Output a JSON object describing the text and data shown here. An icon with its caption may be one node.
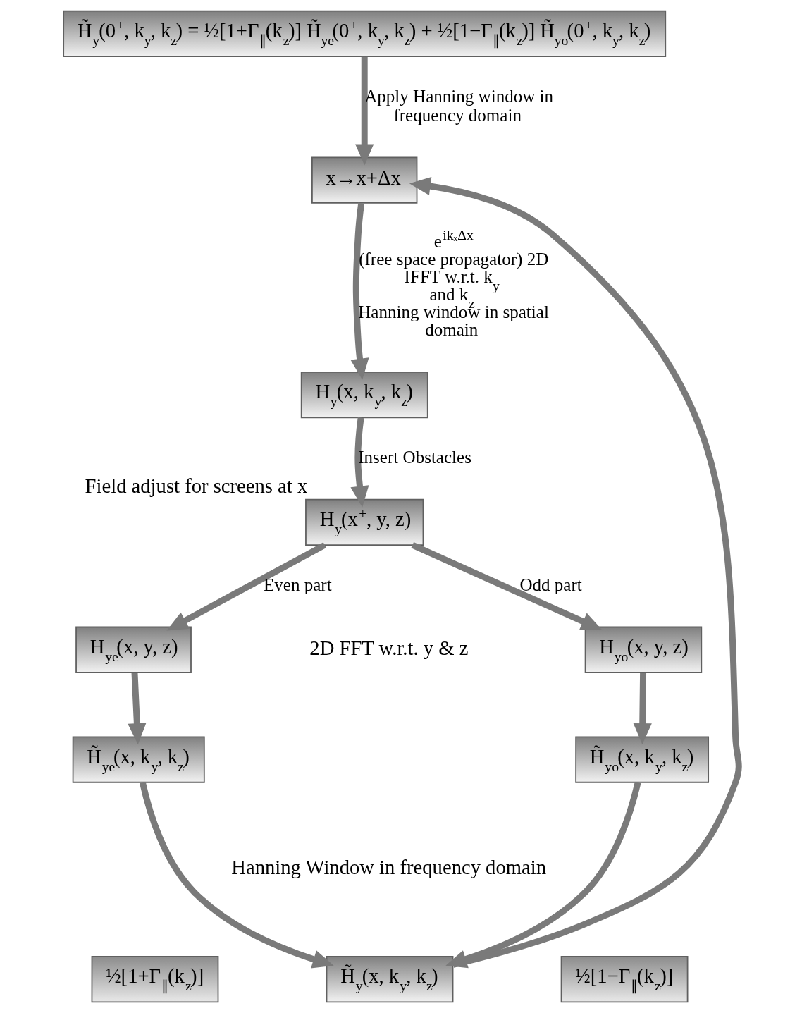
{
  "diagram": {
    "nodes": [
      {
        "text": [
          "H̃$_{y}$(0$^{+}$, k$_{y}$, k$_{z}$) = ½[1+Γ$_{∥}$(k$_{z}$)] H̃$_{ye}$(0$^{+}$, k$_{y}$, k$_{z}$) + ½[1−Γ$_{∥}$(k$_{z}$)] H̃$_{yo}$(0$^{+}$, k$_{y}$, k$_{z}$)"
        ]
      },
      {
        "text": [
          "x→x+Δx"
        ]
      },
      {
        "text": [
          "H$_{y}$(x, k$_{y}$, k$_{z}$)"
        ]
      },
      {
        "text": [
          "H$_{y}$(x$^{+}$, y, z)"
        ],
        "beside": [
          "Field adjust for screens at x"
        ]
      },
      {
        "text": [
          "H$_{ye}$(x, y, z)"
        ]
      },
      {
        "text": [
          "H$_{yo}$(x, y, z)"
        ]
      },
      {
        "text": [
          "H̃$_{ye}$(x, k$_{y}$, k$_{z}$)"
        ]
      },
      {
        "text": [
          "H̃$_{yo}$(x, k$_{y}$, k$_{z}$)"
        ]
      },
      {
        "text": [
          "H̃$_{y}$(x, k$_{y}$, k$_{z}$)"
        ]
      },
      {
        "text": [
          "½[1+Γ$_{∥}$(k$_{z}$)]"
        ]
      },
      {
        "text": [
          "½[1−Γ$_{∥}$(k$_{z}$)]"
        ]
      }
    ],
    "edges": [
      {
        "from": 0,
        "to": 1,
        "arrow": "to",
        "label": "Apply Hanning window in frequency domain"
      },
      {
        "from": 1,
        "to": 2,
        "arrow": "to",
        "label": "e$^{ikₓΔx}$ (free space propagator) 2D IFFT w.r.t. k$_{y}$ and k$_{z}$ Hanning window in spatial domain"
      },
      {
        "from": 2,
        "to": 3,
        "arrow": "to",
        "label": "Insert Obstacles"
      },
      {
        "from": 3,
        "to": 4,
        "arrow": "to",
        "label": "Even part"
      },
      {
        "from": 3,
        "to": 5,
        "arrow": "to",
        "label": "Odd part"
      },
      {
        "from": 4,
        "to": 6,
        "arrow": "to"
      },
      {
        "from": 5,
        "to": 7,
        "arrow": "to"
      },
      {
        "from": 6,
        "to": 8,
        "arrow": "to"
      },
      {
        "from": 7,
        "to": 8,
        "arrow": "to"
      },
      {
        "from": 8,
        "to": 1,
        "arrow": "to"
      }
    ],
    "labels": [
      "2D FFT w.r.t. y & z",
      "Hanning Window in frequency domain"
    ]
  }
}
